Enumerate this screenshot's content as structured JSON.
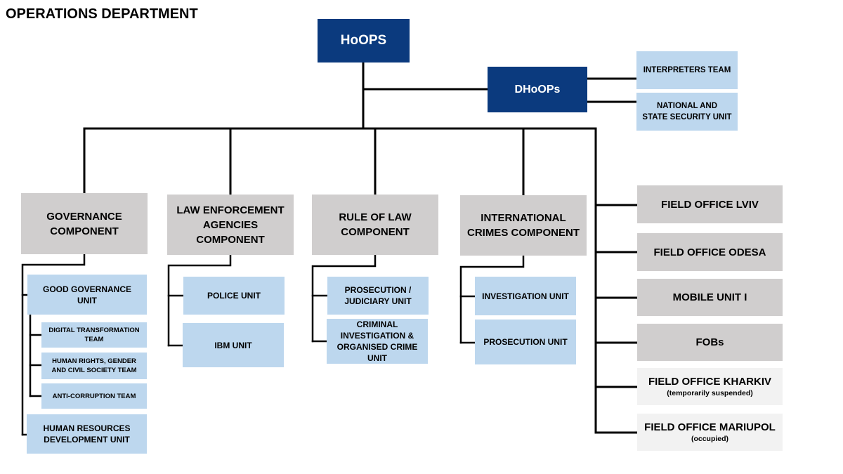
{
  "title": "OPERATIONS DEPARTMENT",
  "colors": {
    "dark_blue": "#0B3A7E",
    "light_blue": "#BDD7EE",
    "gray": "#D0CECE",
    "pale_gray": "#F2F2F2",
    "line": "#000000"
  },
  "head": {
    "label": "HoOPS"
  },
  "deputy": {
    "label": "DHoOPs",
    "units": [
      {
        "label": "INTERPRETERS TEAM"
      },
      {
        "label": "NATIONAL AND\nSTATE SECURITY UNIT"
      }
    ]
  },
  "components": [
    {
      "label": "GOVERNANCE\nCOMPONENT",
      "units": [
        {
          "label": "GOOD GOVERNANCE\nUNIT",
          "teams": [
            {
              "label": "DIGITAL TRANSFORMATION\nTEAM"
            },
            {
              "label": "HUMAN RIGHTS, GENDER\nAND CIVIL SOCIETY TEAM"
            },
            {
              "label": "ANTI-CORRUPTION TEAM"
            }
          ]
        },
        {
          "label": "HUMAN RESOURCES\nDEVELOPMENT UNIT"
        }
      ]
    },
    {
      "label": "LAW ENFORCEMENT\nAGENCIES\nCOMPONENT",
      "units": [
        {
          "label": "POLICE UNIT"
        },
        {
          "label": "IBM UNIT"
        }
      ]
    },
    {
      "label": "RULE OF LAW\nCOMPONENT",
      "units": [
        {
          "label": "PROSECUTION /\nJUDICIARY UNIT"
        },
        {
          "label": "CRIMINAL\nINVESTIGATION &\nORGANISED CRIME\nUNIT"
        }
      ]
    },
    {
      "label": "INTERNATIONAL\nCRIMES COMPONENT",
      "units": [
        {
          "label": "INVESTIGATION UNIT"
        },
        {
          "label": "PROSECUTION UNIT"
        }
      ]
    }
  ],
  "field_offices": [
    {
      "label": "FIELD OFFICE LVIV"
    },
    {
      "label": "FIELD OFFICE ODESA"
    },
    {
      "label": "MOBILE UNIT I"
    },
    {
      "label": "FOBs"
    },
    {
      "label": "FIELD OFFICE KHARKIV",
      "note": "(temporarily suspended)"
    },
    {
      "label": "FIELD OFFICE MARIUPOL",
      "note": "(occupied)"
    }
  ]
}
